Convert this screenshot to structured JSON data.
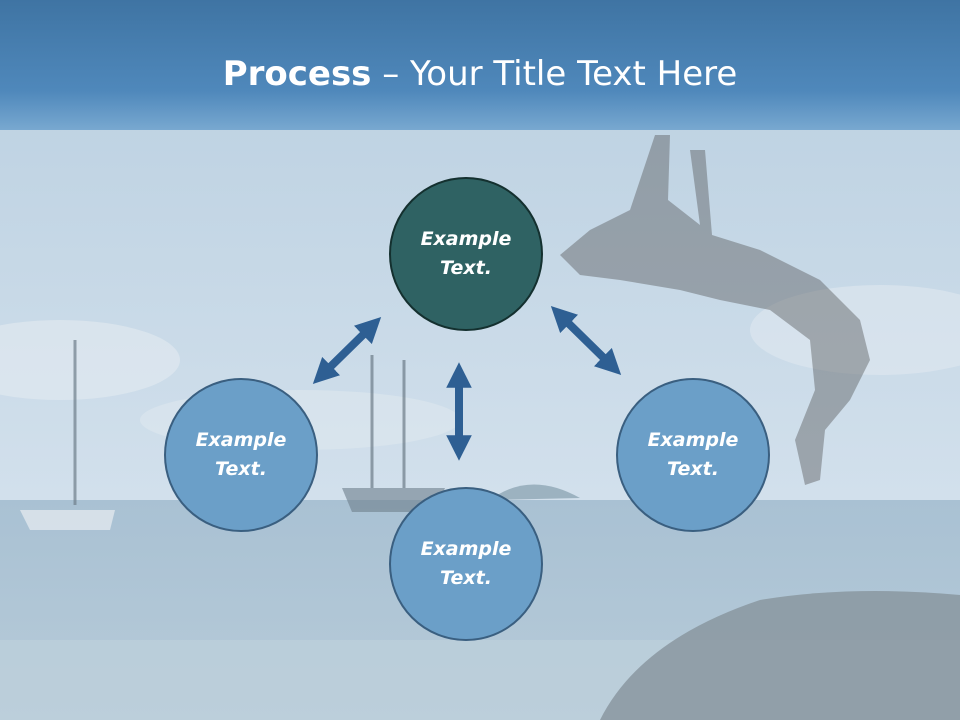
{
  "slide": {
    "title_bold": "Process",
    "title_rest": " – Your Title Text Here"
  },
  "nodes": {
    "top": "Example Text.",
    "left": "Example Text.",
    "right": "Example Text.",
    "bottom": "Example Text."
  },
  "colors": {
    "primary_node": "#2f6263",
    "secondary_node": "#6b9fc8",
    "arrow": "#2e5f93",
    "title_bar": "#4a80b0"
  }
}
